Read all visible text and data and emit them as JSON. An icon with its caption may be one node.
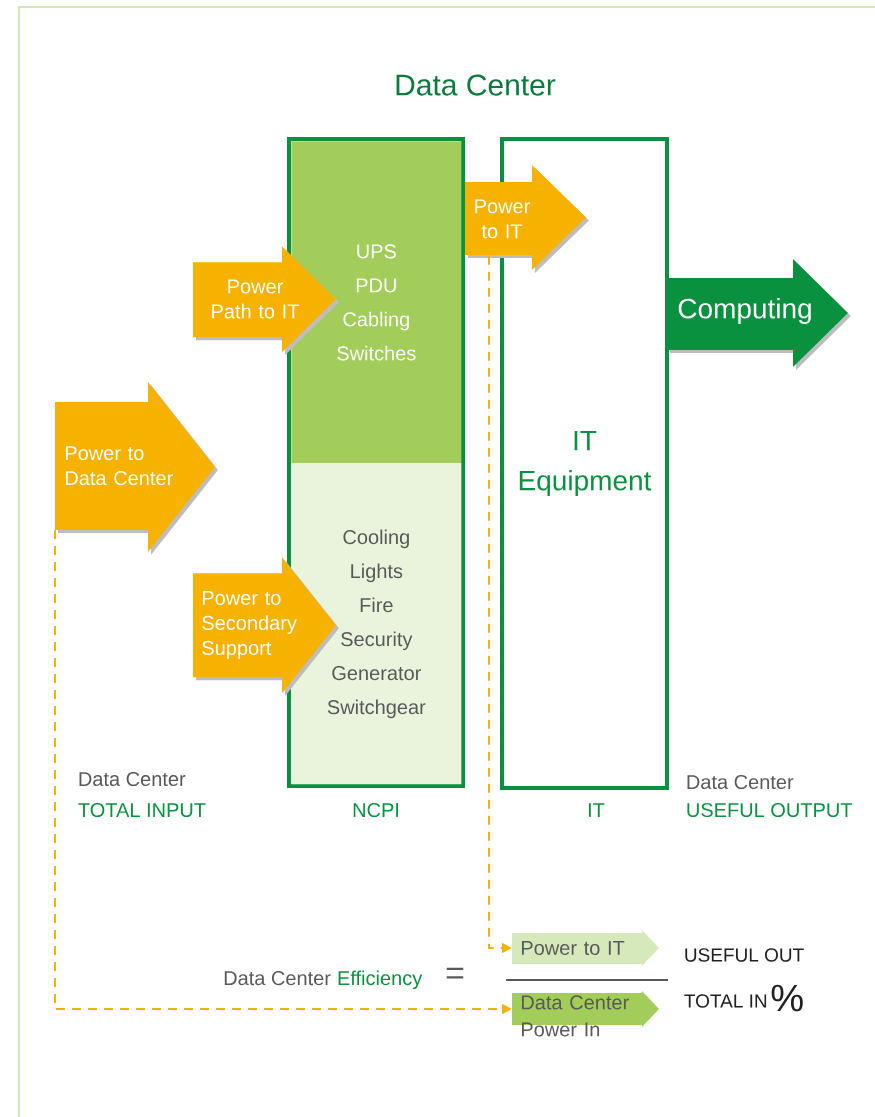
{
  "diagram": {
    "title": "Data Center",
    "nodes": [
      {
        "text": [],
        "shape": "box",
        "beside": [
          "NCPI"
        ]
      },
      {
        "text": [
          "UPS",
          "PDU",
          "Cabling",
          "Switches"
        ],
        "in": 0
      },
      {
        "text": [
          "Cooling",
          "Lights",
          "Fire",
          "Security",
          "Generator",
          "Switchgear"
        ],
        "in": 0
      },
      {
        "text": [
          "IT Equipment"
        ],
        "beside": [
          "IT"
        ]
      },
      {
        "text": [
          "Power to Data Center"
        ]
      },
      {
        "text": [
          "Power to IT"
        ]
      },
      {
        "text": [
          "Computing"
        ]
      },
      {
        "text": [
          "Power to IT"
        ]
      },
      {
        "text": [
          "Data Center Power In"
        ]
      }
    ],
    "edges": [
      {
        "from": 5,
        "to": 7,
        "arrow": "to",
        "style": "dashed"
      },
      {
        "from": 4,
        "to": 8,
        "arrow": "to",
        "style": "dashed"
      },
      {
        "from": 4,
        "to": 1,
        "arrow": "to",
        "label": "Power Path to IT"
      },
      {
        "from": 4,
        "to": 2,
        "arrow": "to",
        "label": "Power to Secondary Support"
      }
    ],
    "labels": [
      "Data Center",
      "TOTAL INPUT",
      "Data Center",
      "USEFUL OUTPUT",
      "Data Center",
      "Efficiency",
      "=",
      "USEFUL OUT",
      "TOTAL IN",
      "%"
    ]
  }
}
